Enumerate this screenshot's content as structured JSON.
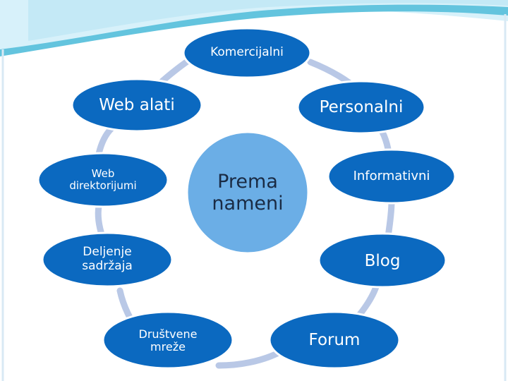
{
  "colors": {
    "node_fill": "#0b69c0",
    "node_stroke": "#ffffff",
    "center_fill": "#6baee6",
    "ring_arrow": "#b9c8e6",
    "header_wave_light": "#c9ecf7",
    "header_wave_dark": "#5cc2dc",
    "text": "#ffffff",
    "center_text": "#1a2b44"
  },
  "center": {
    "label": "Prema\nnameni"
  },
  "nodes": [
    {
      "id": "komercijalni",
      "label": "Komercijalni"
    },
    {
      "id": "personalni",
      "label": "Personalni"
    },
    {
      "id": "informativni",
      "label": "Informativni"
    },
    {
      "id": "blog",
      "label": "Blog"
    },
    {
      "id": "forum",
      "label": "Forum"
    },
    {
      "id": "drustvene-mreze",
      "label": "Društvene\nmreže"
    },
    {
      "id": "deljenje-sadrzaja",
      "label": "Deljenje\nsadržaja"
    },
    {
      "id": "web-direktorijumi",
      "label": "Web\ndirektorijumi"
    },
    {
      "id": "web-alati",
      "label": "Web alati"
    }
  ]
}
